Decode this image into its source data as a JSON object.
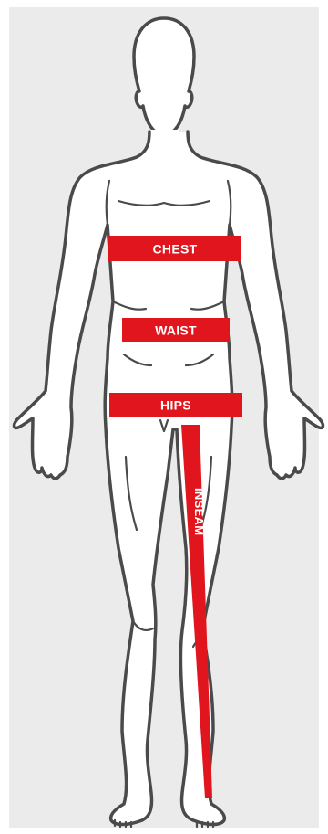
{
  "diagram": {
    "measurements": [
      {
        "id": "chest",
        "label": "CHEST"
      },
      {
        "id": "waist",
        "label": "WAIST"
      },
      {
        "id": "hips",
        "label": "HIPS"
      },
      {
        "id": "inseam",
        "label": "INSEAM"
      }
    ]
  },
  "colors": {
    "panel_background": "#ebebeb",
    "body_fill": "#ffffff",
    "body_outline": "#4a4a4a",
    "band": "#e0151d",
    "band_text": "#ffffff"
  }
}
